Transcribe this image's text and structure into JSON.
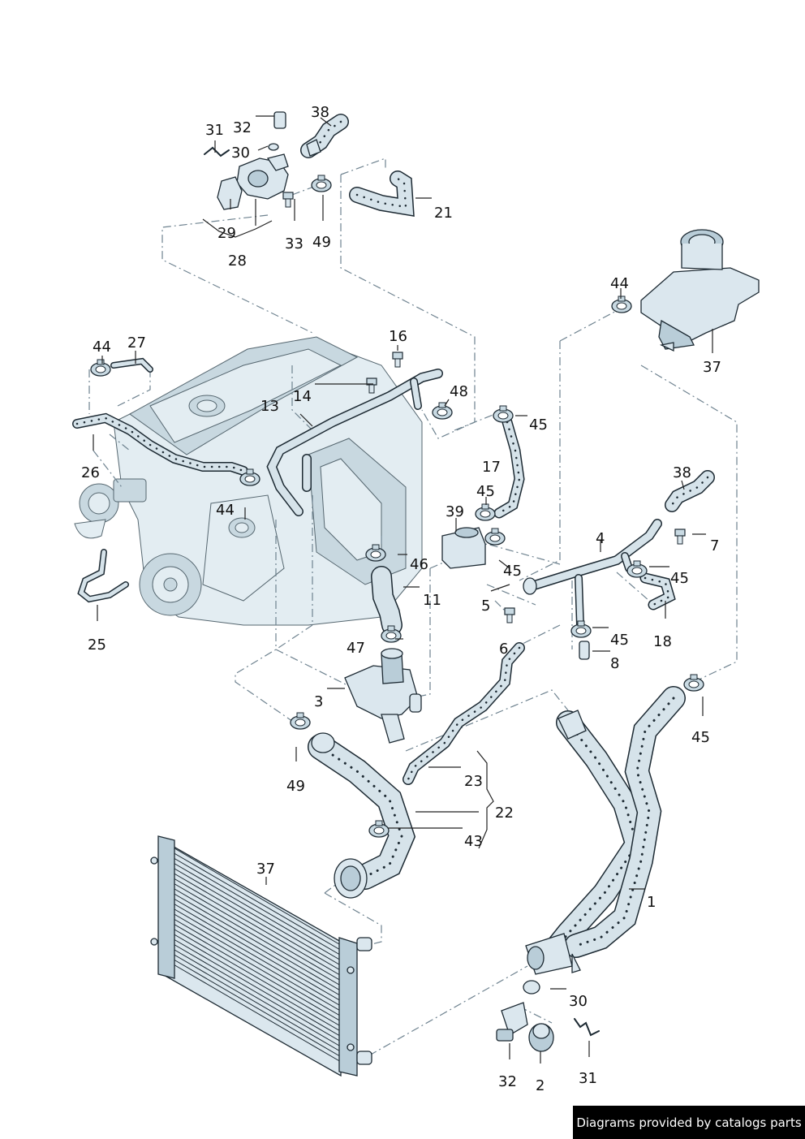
{
  "callouts": {
    "c1": "1",
    "c2": "2",
    "c3": "3",
    "c4": "4",
    "c5": "5",
    "c6": "6",
    "c7": "7",
    "c8": "8",
    "c11": "11",
    "c13": "13",
    "c14": "14",
    "c16": "16",
    "c17": "17",
    "c18": "18",
    "c21": "21",
    "c22": "22",
    "c23": "23",
    "c25": "25",
    "c26": "26",
    "c27": "27",
    "c28": "28",
    "c29": "29",
    "c30a": "30",
    "c30b": "30",
    "c31a": "31",
    "c31b": "31",
    "c32a": "32",
    "c32b": "32",
    "c33": "33",
    "c37a": "37",
    "c37b": "37",
    "c38a": "38",
    "c38b": "38",
    "c39": "39",
    "c43": "43",
    "c44a": "44",
    "c44b": "44",
    "c44c": "44",
    "c45a": "45",
    "c45b": "45",
    "c45c": "45",
    "c45d": "45",
    "c45e": "45",
    "c45f": "45",
    "c46": "46",
    "c47": "47",
    "c48": "48",
    "c49a": "49",
    "c49b": "49"
  },
  "credit": "Diagrams provided by catalogs parts",
  "colors": {
    "part_fill": "#d6e3ea",
    "outline": "#1d2a33",
    "leader": "#222222",
    "dash_line": "#6f8390",
    "credit_bg": "#000000",
    "credit_text": "#ffffff"
  }
}
